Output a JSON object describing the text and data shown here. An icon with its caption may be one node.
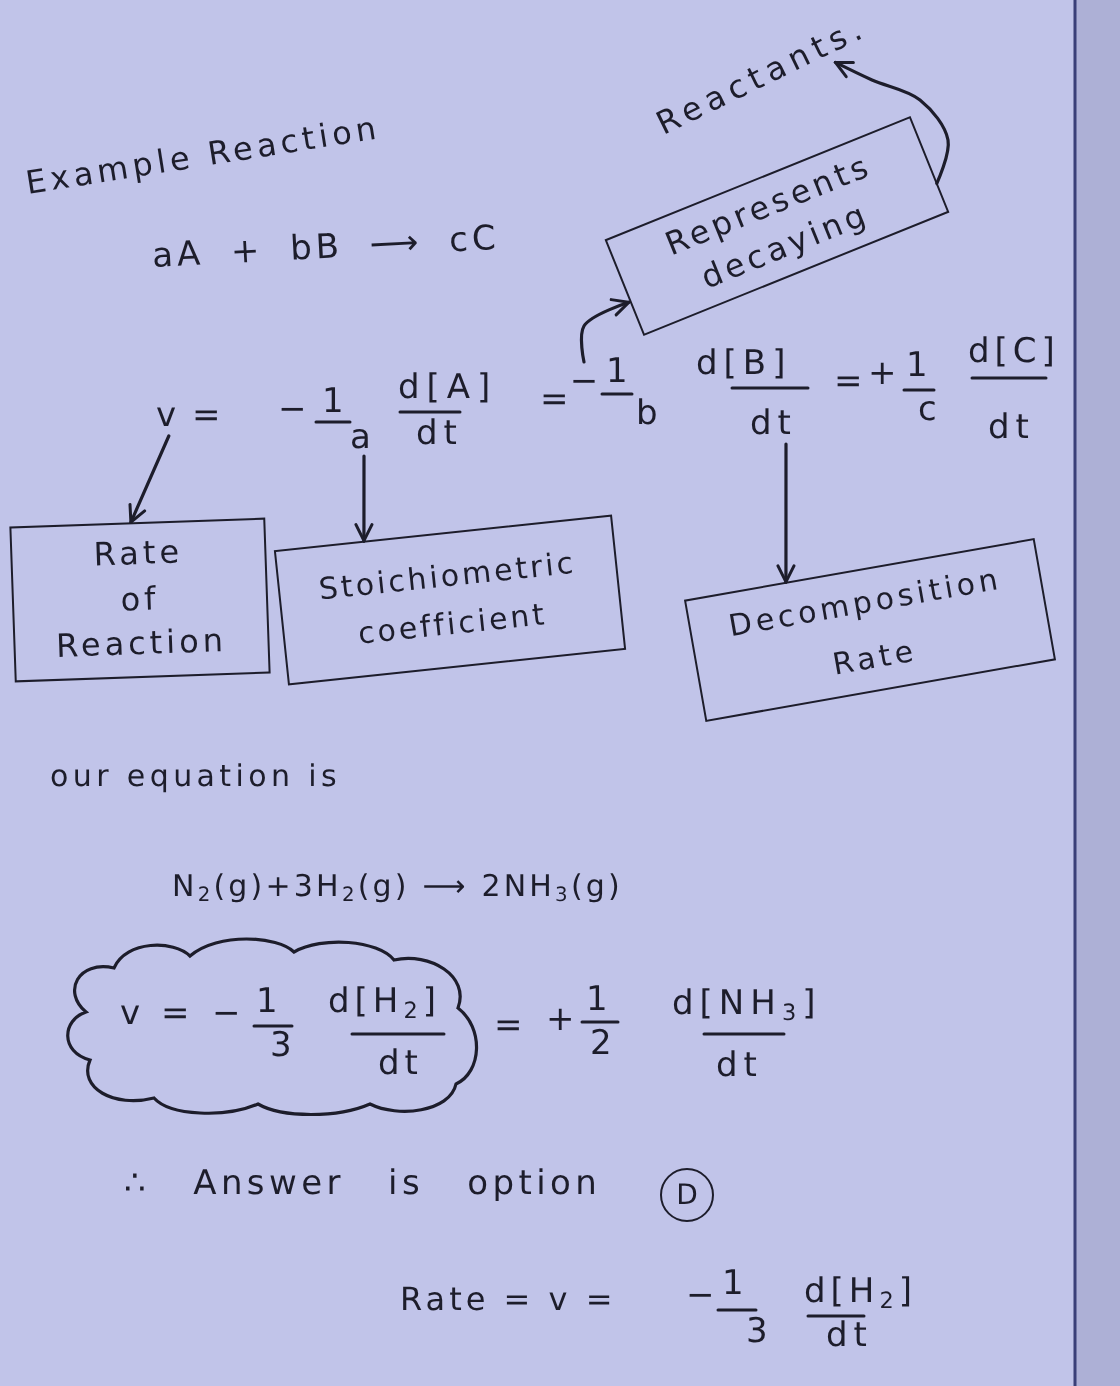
{
  "diagram": {
    "nodes": [
      {
        "text": [
          "Reactants."
        ]
      },
      {
        "text": [
          "Represents decaying"
        ]
      },
      {
        "text": [
          "v"
        ]
      },
      {
        "text": [
          "1",
          "a"
        ]
      },
      {
        "text": [
          "−"
        ]
      },
      {
        "text": [
          "d[B]",
          "dt"
        ]
      },
      {
        "text": [
          "Rate of Reaction"
        ]
      },
      {
        "text": [
          "Stoichiometric coefficient"
        ]
      },
      {
        "text": [
          "Decomposition Rate"
        ]
      },
      {
        "text": [
          "v =",
          "−",
          "1",
          "3",
          "d[H$_{2}$]",
          "dt"
        ]
      },
      {
        "text": [
          "D"
        ]
      }
    ],
    "edges": [
      {
        "from": 1,
        "to": 0,
        "arrow": "to"
      },
      {
        "from": 4,
        "to": 1,
        "arrow": "to"
      },
      {
        "from": 2,
        "to": 6,
        "arrow": "to"
      },
      {
        "from": 3,
        "to": 7,
        "arrow": "to"
      },
      {
        "from": 5,
        "to": 8,
        "arrow": "to"
      }
    ],
    "labels": [
      "Example Reaction",
      "aA + bB ⟶ cC",
      "=",
      "−",
      "d[A]",
      "dt",
      "=",
      "1",
      "b",
      "=",
      "+",
      "1",
      "c",
      "d[C]",
      "dt",
      "our equation is",
      "N$_{2}$(g)+3H$_{2}$(g) ⟶ 2NH$_{3}$(g)",
      "=",
      "+",
      "1",
      "2",
      "d[NH$_{3}$]",
      "dt",
      "∴ Answer is option",
      "Rate = v =",
      "−",
      "1",
      "3",
      "d[H$_{2}$]",
      "dt"
    ]
  }
}
